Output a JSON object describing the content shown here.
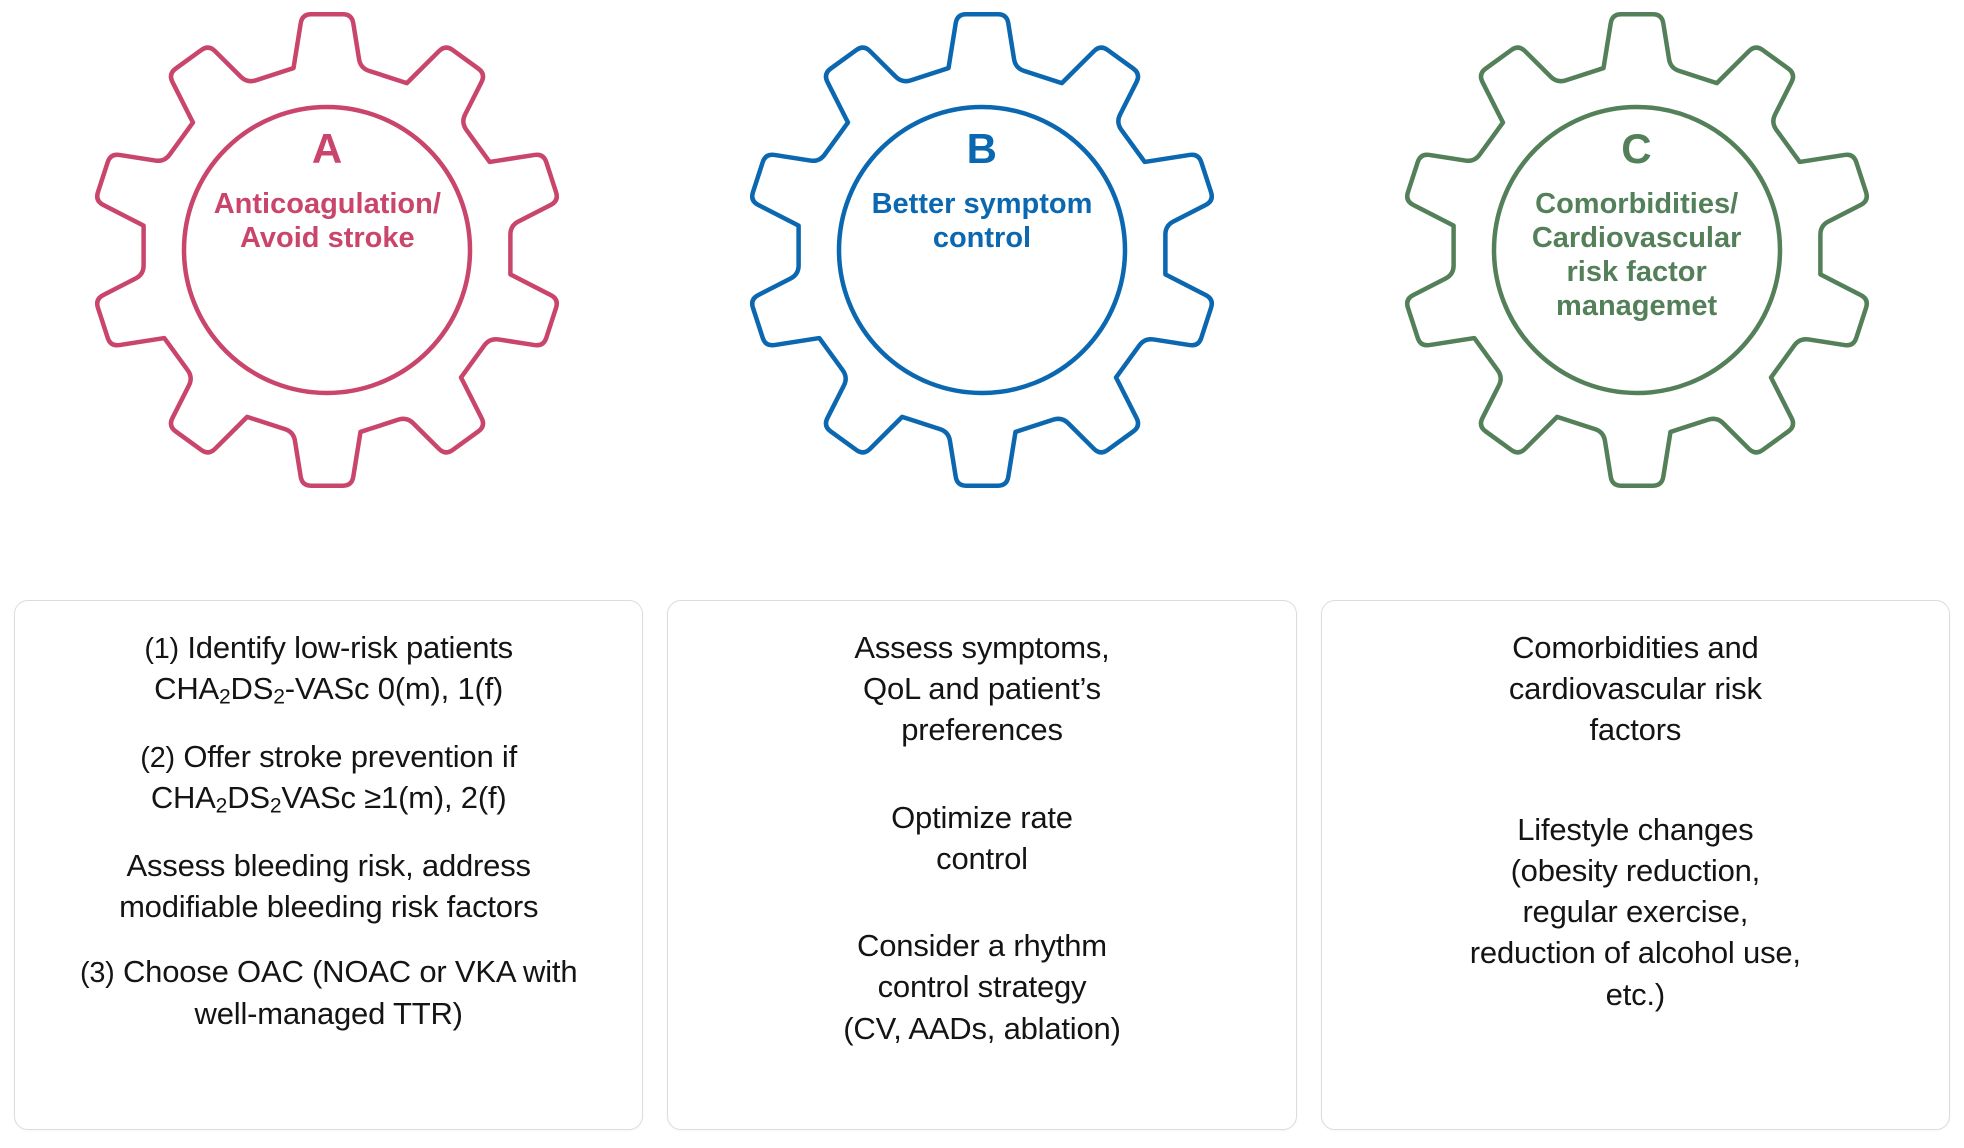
{
  "palette": {
    "pillar_a_color": "#C9456B",
    "pillar_b_color": "#0B68B0",
    "pillar_c_color": "#538059",
    "card_border": "#DCDCDC",
    "card_text": "#141414",
    "background": "#FFFFFF"
  },
  "gears": [
    {
      "letter": "A",
      "caption_line1": "Anticoagulation/",
      "caption_line2": "Avoid stroke",
      "color": "#C9456B",
      "teeth": 10
    },
    {
      "letter": "B",
      "caption_line1": "Better symptom",
      "caption_line2": "control",
      "color": "#0B68B0",
      "teeth": 10
    },
    {
      "letter": "C",
      "caption_line1": "Comorbidities/",
      "caption_line2": "Cardiovascular",
      "caption_line3": "risk factor",
      "caption_line4": "managemet",
      "color": "#538059",
      "teeth": 10
    }
  ],
  "cards": {
    "a": {
      "items": [
        {
          "enum": "(1)",
          "line1_pre": " Identify low-risk patients",
          "line2": "CHA2DS2-VASc 0(m), 1(f)"
        },
        {
          "enum": "(2)",
          "line1_pre": " Offer stroke prevention if",
          "line2": "CHA2DS2VASc ≥1(m), 2(f)"
        },
        {
          "enum": "",
          "line1_pre": "Assess bleeding risk, address",
          "line2": "modifiable bleeding risk factors"
        },
        {
          "enum": "(3)",
          "line1_pre": " Choose OAC (NOAC or VKA with",
          "line2": "well-managed TTR)"
        }
      ]
    },
    "b": {
      "paragraphs": [
        [
          "Assess symptoms,",
          "QoL and patient’s",
          "preferences"
        ],
        [
          "Optimize rate",
          "control"
        ],
        [
          "Consider a rhythm",
          "control strategy",
          "(CV, AADs, ablation)"
        ]
      ]
    },
    "c": {
      "paragraphs": [
        [
          "Comorbidities and",
          "cardiovascular risk",
          "factors"
        ],
        [
          "Lifestyle changes",
          "(obesity reduction,",
          "regular exercise,",
          "reduction of alcohol use,",
          "etc.)"
        ]
      ]
    }
  }
}
